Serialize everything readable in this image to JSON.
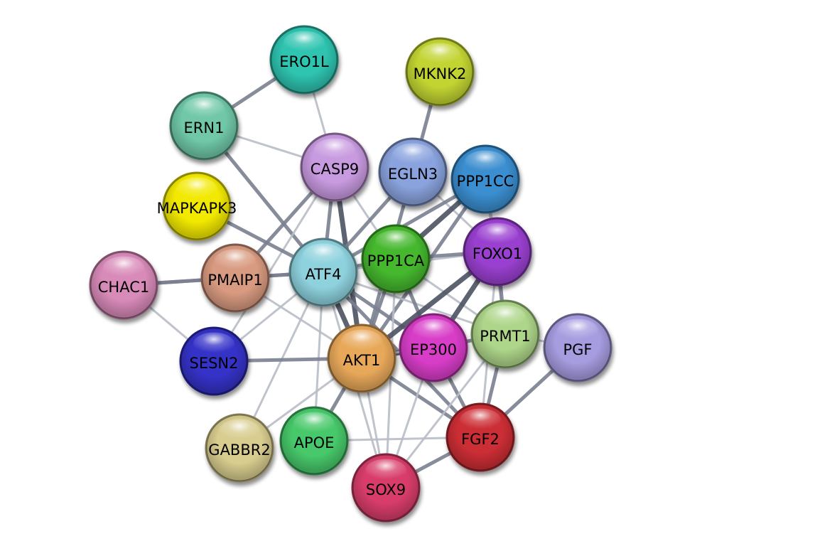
{
  "nodes": [
    {
      "id": "ERO1L",
      "label": "ERO1L",
      "color": "#2ec4b0"
    },
    {
      "id": "MKNK2",
      "label": "MKNK2",
      "color": "#c2d431"
    },
    {
      "id": "ERN1",
      "label": "ERN1",
      "color": "#6fc8a8"
    },
    {
      "id": "CASP9",
      "label": "CASP9",
      "color": "#c89ae0"
    },
    {
      "id": "EGLN3",
      "label": "EGLN3",
      "color": "#8aa3de"
    },
    {
      "id": "PPP1CC",
      "label": "PPP1CC",
      "color": "#3b8ed0"
    },
    {
      "id": "MAPKAPK3",
      "label": "MAPKAPK3",
      "color": "#f2e900"
    },
    {
      "id": "PPP1CA",
      "label": "PPP1CA",
      "color": "#45b82e"
    },
    {
      "id": "FOXO1",
      "label": "FOXO1",
      "color": "#9a40d0"
    },
    {
      "id": "CHAC1",
      "label": "CHAC1",
      "color": "#d88ab8"
    },
    {
      "id": "PMAIP1",
      "label": "PMAIP1",
      "color": "#d89a80"
    },
    {
      "id": "ATF4",
      "label": "ATF4",
      "color": "#8ed2de"
    },
    {
      "id": "PRMT1",
      "label": "PRMT1",
      "color": "#aed68a"
    },
    {
      "id": "PGF",
      "label": "PGF",
      "color": "#a69ce0"
    },
    {
      "id": "EP300",
      "label": "EP300",
      "color": "#d83ec8"
    },
    {
      "id": "SESN2",
      "label": "SESN2",
      "color": "#3432c8"
    },
    {
      "id": "AKT1",
      "label": "AKT1",
      "color": "#e8a85a"
    },
    {
      "id": "GABBR2",
      "label": "GABBR2",
      "color": "#d8cc8e"
    },
    {
      "id": "APOE",
      "label": "APOE",
      "color": "#46c86a"
    },
    {
      "id": "FGF2",
      "label": "FGF2",
      "color": "#cc2e36"
    },
    {
      "id": "SOX9",
      "label": "SOX9",
      "color": "#d83e6a"
    }
  ],
  "edges": [
    [
      "ERO1L",
      "ERN1",
      2
    ],
    [
      "ERO1L",
      "CASP9",
      1
    ],
    [
      "MKNK2",
      "EGLN3",
      2
    ],
    [
      "ERN1",
      "CASP9",
      1
    ],
    [
      "ERN1",
      "ATF4",
      2
    ],
    [
      "CASP9",
      "ATF4",
      2
    ],
    [
      "CASP9",
      "AKT1",
      3
    ],
    [
      "CASP9",
      "PMAIP1",
      2
    ],
    [
      "CASP9",
      "PPP1CA",
      1
    ],
    [
      "CASP9",
      "SESN2",
      1
    ],
    [
      "EGLN3",
      "ATF4",
      2
    ],
    [
      "EGLN3",
      "AKT1",
      2
    ],
    [
      "EGLN3",
      "FOXO1",
      1
    ],
    [
      "PPP1CC",
      "ATF4",
      2
    ],
    [
      "PPP1CC",
      "PPP1CA",
      3
    ],
    [
      "PPP1CC",
      "AKT1",
      2
    ],
    [
      "PPP1CC",
      "FOXO1",
      1
    ],
    [
      "PPP1CC",
      "PRMT1",
      1
    ],
    [
      "MAPKAPK3",
      "ATF4",
      2
    ],
    [
      "CHAC1",
      "PMAIP1",
      2
    ],
    [
      "CHAC1",
      "ATF4",
      2
    ],
    [
      "CHAC1",
      "SESN2",
      1
    ],
    [
      "PMAIP1",
      "ATF4",
      2
    ],
    [
      "PMAIP1",
      "AKT1",
      1
    ],
    [
      "ATF4",
      "PPP1CA",
      2
    ],
    [
      "ATF4",
      "AKT1",
      3
    ],
    [
      "ATF4",
      "EP300",
      2
    ],
    [
      "ATF4",
      "FOXO1",
      1
    ],
    [
      "ATF4",
      "PRMT1",
      1
    ],
    [
      "ATF4",
      "SESN2",
      1
    ],
    [
      "ATF4",
      "GABBR2",
      1
    ],
    [
      "ATF4",
      "APOE",
      1
    ],
    [
      "ATF4",
      "FGF2",
      2
    ],
    [
      "ATF4",
      "SOX9",
      1
    ],
    [
      "PPP1CA",
      "FOXO1",
      2
    ],
    [
      "PPP1CA",
      "AKT1",
      2
    ],
    [
      "PPP1CA",
      "EP300",
      2
    ],
    [
      "PPP1CA",
      "PRMT1",
      1
    ],
    [
      "PPP1CA",
      "SOX9",
      1
    ],
    [
      "FOXO1",
      "AKT1",
      3
    ],
    [
      "FOXO1",
      "EP300",
      3
    ],
    [
      "FOXO1",
      "PRMT1",
      2
    ],
    [
      "FOXO1",
      "FGF2",
      1
    ],
    [
      "AKT1",
      "EP300",
      3
    ],
    [
      "AKT1",
      "SESN2",
      2
    ],
    [
      "AKT1",
      "GABBR2",
      1
    ],
    [
      "AKT1",
      "APOE",
      2
    ],
    [
      "AKT1",
      "FGF2",
      2
    ],
    [
      "AKT1",
      "SOX9",
      1
    ],
    [
      "AKT1",
      "PRMT1",
      1
    ],
    [
      "EP300",
      "PRMT1",
      2
    ],
    [
      "EP300",
      "FGF2",
      2
    ],
    [
      "EP300",
      "SOX9",
      1
    ],
    [
      "PRMT1",
      "FGF2",
      2
    ],
    [
      "PRMT1",
      "PGF",
      1
    ],
    [
      "PRMT1",
      "SOX9",
      1
    ],
    [
      "PGF",
      "FGF2",
      2
    ],
    [
      "FGF2",
      "SOX9",
      2
    ],
    [
      "FGF2",
      "APOE",
      1
    ]
  ]
}
